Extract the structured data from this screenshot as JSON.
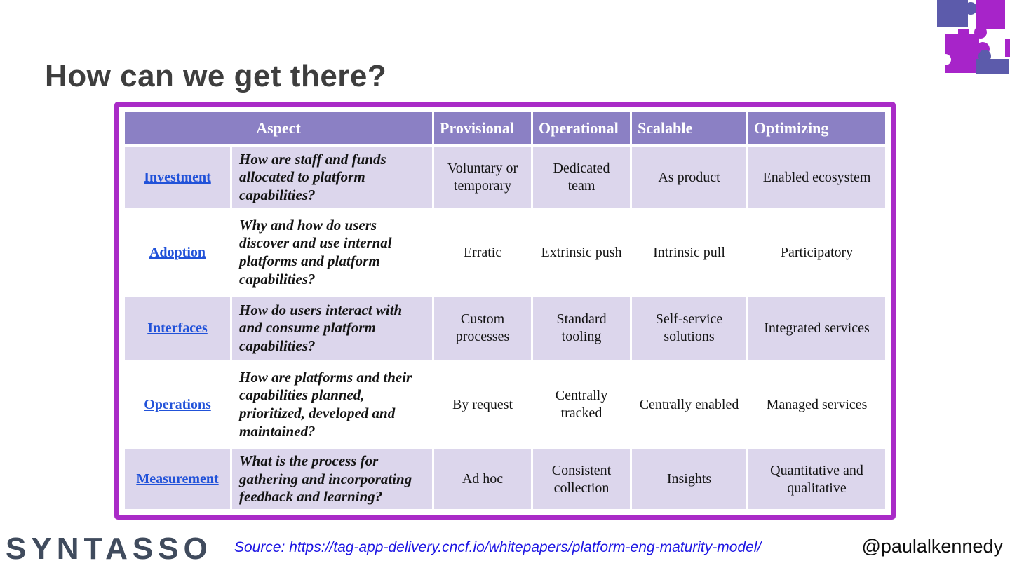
{
  "slide": {
    "title": "How can we get there?",
    "footer": {
      "brand": "SYNTASSO",
      "source": "Source: https://tag-app-delivery.cncf.io/whitepapers/platform-eng-maturity-model/",
      "handle": "@paulalkennedy"
    }
  },
  "logo": {
    "name": "syntasso-puzzle-logo",
    "indigo": "#5c5bab",
    "magenta": "#a724c9"
  },
  "colors": {
    "frame_border": "#a92bc7",
    "header_bg": "#8b80c4",
    "row_alt_bg": "#dcd6ec",
    "link_blue": "#2152d9",
    "source_blue": "#1e16e3",
    "title_gray": "#3e3e3e"
  },
  "table": {
    "headers": [
      "Aspect",
      "Provisional",
      "Operational",
      "Scalable",
      "Optimizing"
    ],
    "rows": [
      {
        "aspect": "Investment",
        "question": "How are staff and funds allocated to platform capabilities?",
        "provisional": "Voluntary or temporary",
        "operational": "Dedicated team",
        "scalable": "As product",
        "optimizing": "Enabled ecosystem"
      },
      {
        "aspect": "Adoption",
        "question": "Why and how do users discover and use internal platforms and platform capabilities?",
        "provisional": "Erratic",
        "operational": "Extrinsic push",
        "scalable": "Intrinsic pull",
        "optimizing": "Participatory"
      },
      {
        "aspect": "Interfaces",
        "question": "How do users interact with and consume platform capabilities?",
        "provisional": "Custom processes",
        "operational": "Standard tooling",
        "scalable": "Self-service solutions",
        "optimizing": "Integrated services"
      },
      {
        "aspect": "Operations",
        "question": "How are platforms and their capabilities planned, prioritized, developed and maintained?",
        "provisional": "By request",
        "operational": "Centrally tracked",
        "scalable": "Centrally enabled",
        "optimizing": "Managed services"
      },
      {
        "aspect": "Measurement",
        "question": "What is the process for gathering and incorporating feedback and learning?",
        "provisional": "Ad hoc",
        "operational": "Consistent collection",
        "scalable": "Insights",
        "optimizing": "Quantitative and qualitative"
      }
    ]
  }
}
